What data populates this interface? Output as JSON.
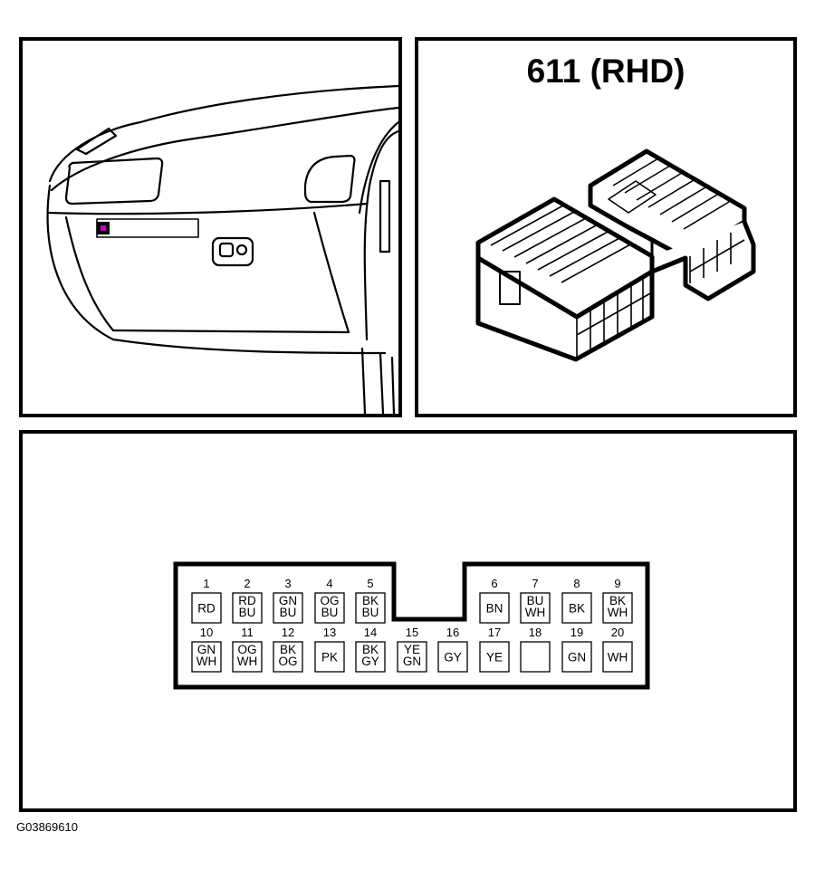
{
  "connector": {
    "title": "611 (RHD)"
  },
  "figure_code": "G03869610",
  "marker_color": "#cc00cc",
  "pins": [
    {
      "num": "1",
      "wire": [
        "RD"
      ]
    },
    {
      "num": "2",
      "wire": [
        "RD",
        "BU"
      ]
    },
    {
      "num": "3",
      "wire": [
        "GN",
        "BU"
      ]
    },
    {
      "num": "4",
      "wire": [
        "OG",
        "BU"
      ]
    },
    {
      "num": "5",
      "wire": [
        "BK",
        "BU"
      ]
    },
    {
      "num": "6",
      "wire": [
        "BN"
      ]
    },
    {
      "num": "7",
      "wire": [
        "BU",
        "WH"
      ]
    },
    {
      "num": "8",
      "wire": [
        "BK"
      ]
    },
    {
      "num": "9",
      "wire": [
        "BK",
        "WH"
      ]
    },
    {
      "num": "10",
      "wire": [
        "GN",
        "WH"
      ]
    },
    {
      "num": "11",
      "wire": [
        "OG",
        "WH"
      ]
    },
    {
      "num": "12",
      "wire": [
        "BK",
        "OG"
      ]
    },
    {
      "num": "13",
      "wire": [
        "PK"
      ]
    },
    {
      "num": "14",
      "wire": [
        "BK",
        "GY"
      ]
    },
    {
      "num": "15",
      "wire": [
        "YE",
        "GN"
      ]
    },
    {
      "num": "16",
      "wire": [
        "GY"
      ]
    },
    {
      "num": "17",
      "wire": [
        "YE"
      ]
    },
    {
      "num": "18",
      "wire": []
    },
    {
      "num": "19",
      "wire": [
        "GN"
      ]
    },
    {
      "num": "20",
      "wire": [
        "WH"
      ]
    }
  ]
}
